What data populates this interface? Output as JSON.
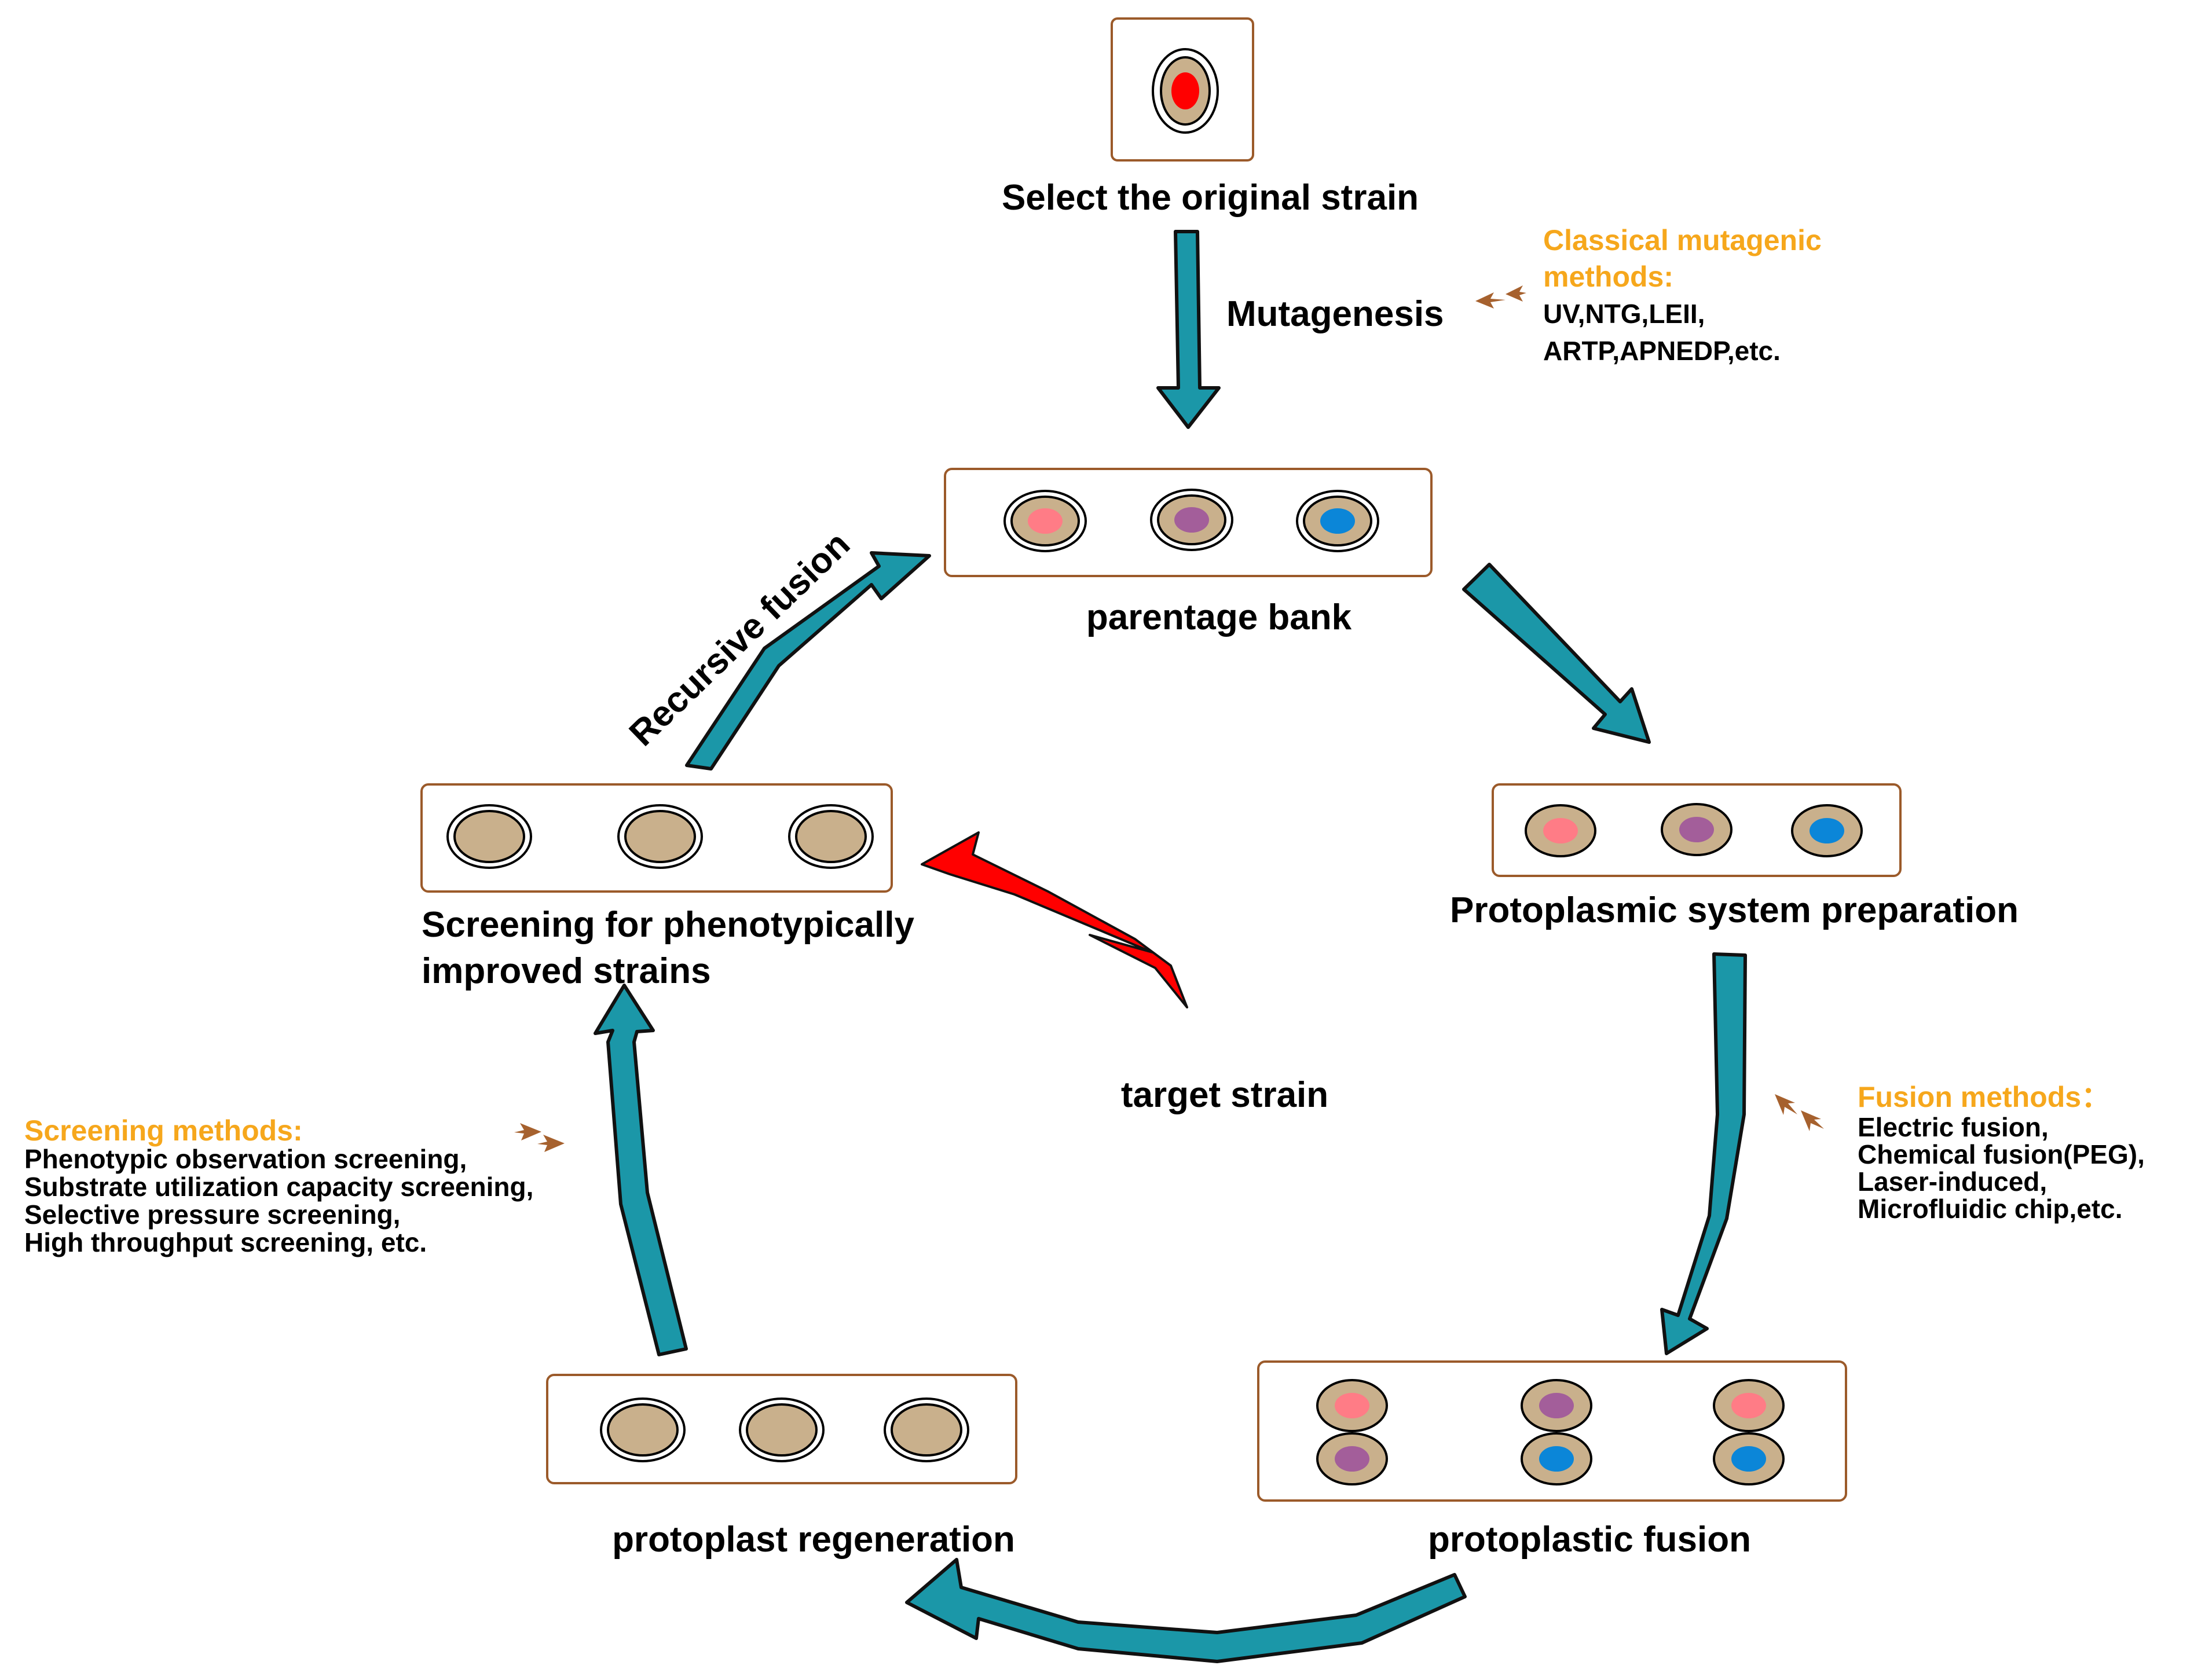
{
  "colors": {
    "arrow_fill": "#1b97a8",
    "arrow_edge": "#111111",
    "box_border": "#9b5a2a",
    "cytoplasm": "#c9b08c",
    "nucleus_red": "#ff0000",
    "nucleus_pink": "#ff7c86",
    "nucleus_purple": "#a35e9a",
    "nucleus_blue": "#0b86d8",
    "method_heading": "#f6a71c",
    "small_arrow": "#a6612e",
    "bolt": "#ff0000"
  },
  "stages": {
    "original": "Select the original strain",
    "bank": "parentage bank",
    "protoplasmic": "Protoplasmic system preparation",
    "fusion": "protoplastic fusion",
    "regeneration": "protoplast regeneration",
    "screening_line1": "Screening for phenotypically",
    "screening_line2": "improved strains"
  },
  "center_label": "target strain",
  "arrows": {
    "mutagenesis": "Mutagenesis",
    "recursive": "Recursive fusion"
  },
  "notes": {
    "mutagenic": {
      "heading_line1": "Classical mutagenic",
      "heading_line2": "methods:",
      "lines": [
        "UV,NTG,LEII,",
        "ARTP,APNEDP,etc."
      ]
    },
    "fusion": {
      "heading": "Fusion methods：",
      "lines": [
        "Electric fusion,",
        "Chemical fusion(PEG),",
        "Laser-induced,",
        "Microfluidic chip,etc."
      ]
    },
    "screening": {
      "heading": "Screening methods:",
      "lines": [
        "Phenotypic observation screening,",
        "Substrate utilization capacity screening,",
        "Selective pressure screening,",
        "High throughput screening, etc."
      ]
    }
  }
}
